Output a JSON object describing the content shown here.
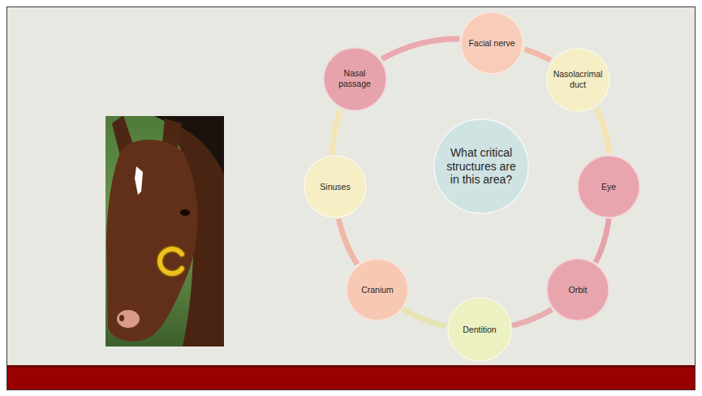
{
  "diagram": {
    "nodes": [
      {
        "text": [
          "What critical structures are in this area?"
        ]
      },
      {
        "text": [
          "Facial nerve"
        ]
      },
      {
        "text": [
          "Nasolacrimal duct"
        ]
      },
      {
        "text": [
          "Eye"
        ]
      },
      {
        "text": [
          "Orbit"
        ]
      },
      {
        "text": [
          "Dentition"
        ]
      },
      {
        "text": [
          "Cranium"
        ]
      },
      {
        "text": [
          "Sinuses"
        ]
      },
      {
        "text": [
          "Nasal passage"
        ]
      }
    ],
    "edges": [
      {
        "from": 1,
        "to": 2,
        "arrow": "none"
      },
      {
        "from": 2,
        "to": 3,
        "arrow": "none"
      },
      {
        "from": 3,
        "to": 4,
        "arrow": "none"
      },
      {
        "from": 4,
        "to": 5,
        "arrow": "none"
      },
      {
        "from": 5,
        "to": 6,
        "arrow": "none"
      },
      {
        "from": 6,
        "to": 7,
        "arrow": "none"
      },
      {
        "from": 7,
        "to": 8,
        "arrow": "none"
      },
      {
        "from": 8,
        "to": 1,
        "arrow": "none"
      }
    ]
  }
}
